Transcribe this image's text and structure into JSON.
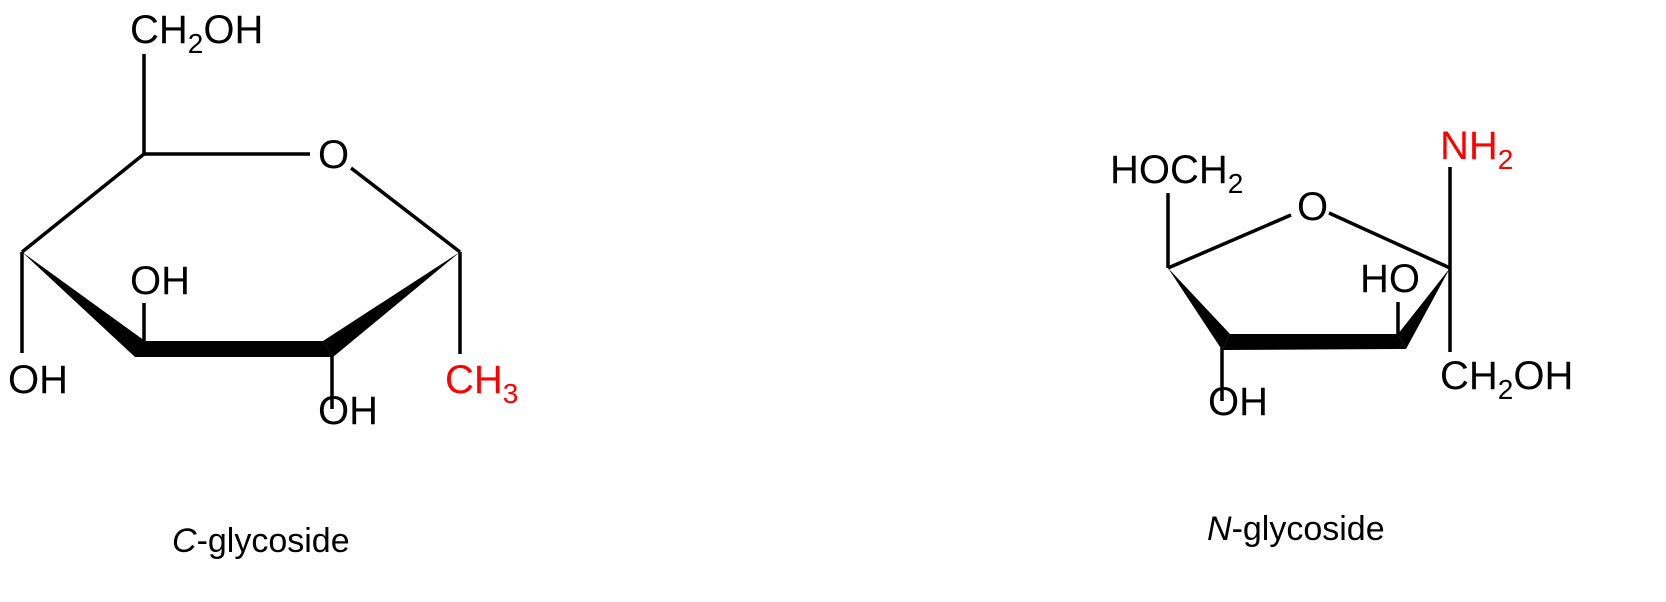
{
  "accent_color": "#ff0000",
  "c_glycoside": {
    "caption_italic": "C",
    "caption_rest": "-glycoside",
    "top_group": {
      "a": "CH",
      "sub": "2",
      "b": "OH"
    },
    "ring_oxygen": "O",
    "c4_oh": "OH",
    "c3_oh": "OH",
    "c2_oh": "OH",
    "c1_group": {
      "a": "CH",
      "sub": "3"
    }
  },
  "n_glycoside": {
    "caption_italic": "N",
    "caption_rest": "-glycoside",
    "top_left_group": {
      "a": "HOCH",
      "sub": "2"
    },
    "ring_oxygen": "O",
    "amine_group": {
      "a": "NH",
      "sub": "2"
    },
    "c2_ho": "HO",
    "c3_oh": "OH",
    "bottom_group": {
      "a": "CH",
      "sub": "2",
      "b": "OH"
    }
  }
}
